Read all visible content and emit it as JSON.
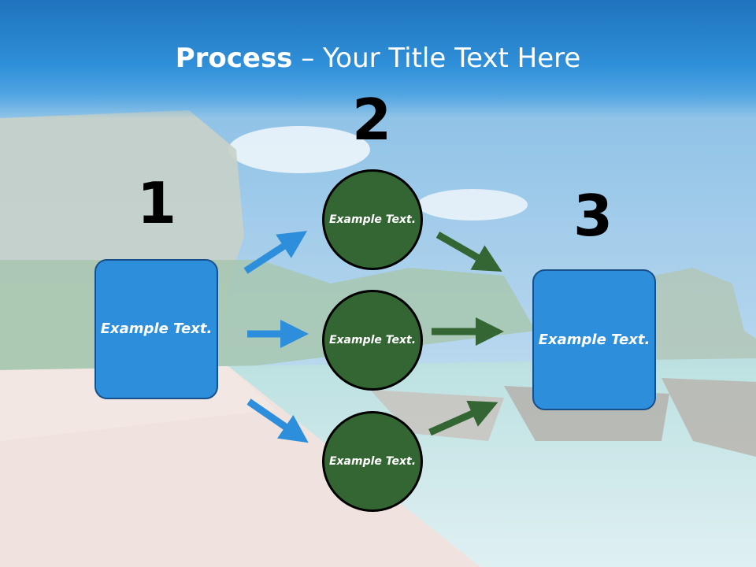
{
  "slide": {
    "title_bold": "Process",
    "title_rest": " – Your Title Text Here"
  },
  "steps": {
    "one": {
      "number": "1",
      "box_text": "Example Text."
    },
    "two": {
      "number": "2",
      "circles": [
        {
          "text": "Example Text."
        },
        {
          "text": "Example Text."
        },
        {
          "text": "Example Text."
        }
      ]
    },
    "three": {
      "number": "3",
      "box_text": "Example Text."
    }
  },
  "colors": {
    "title_band": "#2a85d0",
    "box_fill": "#2d8fdc",
    "circle_fill": "#336633",
    "blue_arrow": "#2d8fdc",
    "green_arrow": "#336633"
  },
  "background": "beach-scene-photo"
}
